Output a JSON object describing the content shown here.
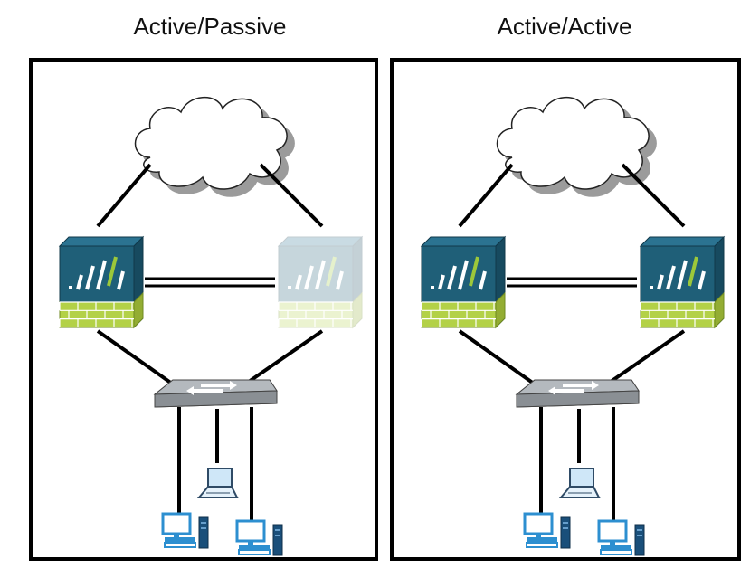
{
  "panels": [
    {
      "title": "Active/Passive",
      "mode": "active-passive",
      "standby_opacity": 0.25
    },
    {
      "title": "Active/Active",
      "mode": "active-active"
    }
  ],
  "colors": {
    "firewall_blue": "#1f5f78",
    "firewall_blue_dark": "#174a5f",
    "firewall_green": "#b3d147",
    "logo_green": "#9cc83a",
    "switch_gray": "#8a8f94",
    "computer_blue": "#2d8fd0",
    "line": "#000000"
  },
  "icons": {
    "cloud": "cloud-icon",
    "firewall": "firewall-icon",
    "switch": "network-switch-icon",
    "laptop": "laptop-icon",
    "desktop": "desktop-computer-icon"
  }
}
